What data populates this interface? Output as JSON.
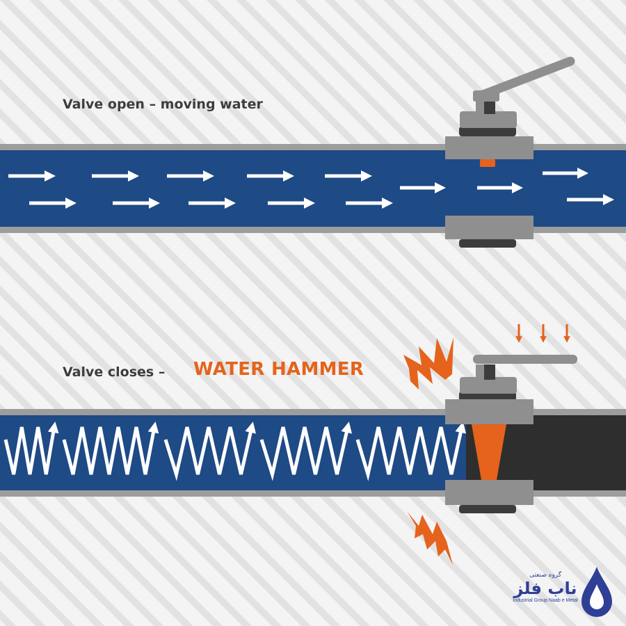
{
  "captions": {
    "open": "Valve open – moving water",
    "closes": "Valve closes –",
    "hammer": "WATER HAMMER"
  },
  "logo": {
    "fa_top": "گروه صنعتی",
    "fa_main": "ناب فلز",
    "en": "Industrial Group Naab e Metal"
  },
  "colors": {
    "background": "#f4f4f4",
    "stripe": "#e2e2e2",
    "water": "#1e4a85",
    "pipe_wall": "#9d9d9d",
    "valve_body": "#8f8f8f",
    "valve_dark": "#3c3c3c",
    "accent": "#e5631c",
    "empty_pipe": "#2e2e2e",
    "arrow": "#ffffff",
    "logo": "#2f3f96"
  },
  "icons": [
    "flow-arrow-icon",
    "shock-wave-icon",
    "pressure-spark-icon",
    "down-arrow-icon",
    "water-drop-icon"
  ]
}
